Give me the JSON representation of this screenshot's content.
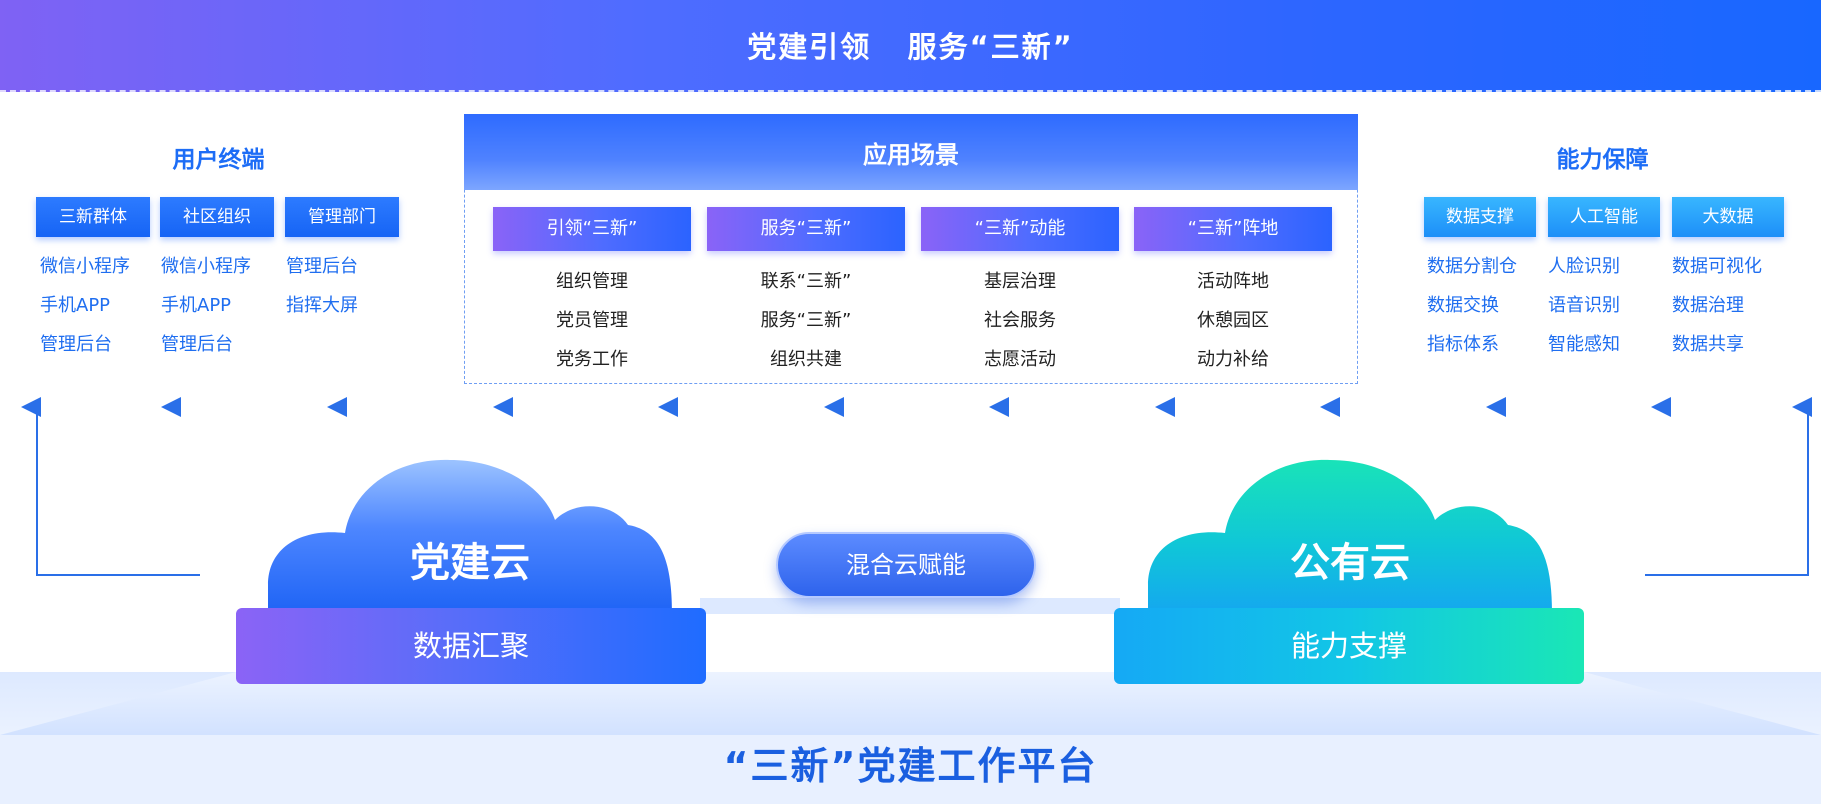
{
  "banner": {
    "title": "党建引领   服务“三新”"
  },
  "user_terminal": {
    "title": "用户终端",
    "columns": [
      {
        "label": "三新群体",
        "items": [
          "微信小程序",
          "手机APP",
          "管理后台"
        ]
      },
      {
        "label": "社区组织",
        "items": [
          "微信小程序",
          "手机APP",
          "管理后台"
        ]
      },
      {
        "label": "管理部门",
        "items": [
          "管理后台",
          "指挥大屏"
        ]
      }
    ]
  },
  "application": {
    "title": "应用场景",
    "columns": [
      {
        "label": "引领“三新”",
        "items": [
          "组织管理",
          "党员管理",
          "党务工作"
        ]
      },
      {
        "label": "服务“三新”",
        "items": [
          "联系“三新”",
          "服务“三新”",
          "组织共建"
        ]
      },
      {
        "label": "“三新”动能",
        "items": [
          "基层治理",
          "社会服务",
          "志愿活动"
        ]
      },
      {
        "label": "“三新”阵地",
        "items": [
          "活动阵地",
          "休憩园区",
          "动力补给"
        ]
      }
    ]
  },
  "capability": {
    "title": "能力保障",
    "columns": [
      {
        "label": "数据支撑",
        "items": [
          "数据分割仓",
          "数据交换",
          "指标体系"
        ]
      },
      {
        "label": "人工智能",
        "items": [
          "人脸识别",
          "语音识别",
          "智能感知"
        ]
      },
      {
        "label": "大数据",
        "items": [
          "数据可视化",
          "数据治理",
          "数据共享"
        ]
      }
    ]
  },
  "clouds": {
    "left": {
      "name": "党建云",
      "base": "数据汇聚"
    },
    "right": {
      "name": "公有云",
      "base": "能力支撑"
    },
    "hybrid": "混合云赋能"
  },
  "platform": {
    "title": "“三新”党建工作平台"
  },
  "colors": {
    "primary": "#1d6df6",
    "purple": "#8a63f7",
    "teal": "#1ae7b5",
    "arrow": "#2a6fe8"
  }
}
